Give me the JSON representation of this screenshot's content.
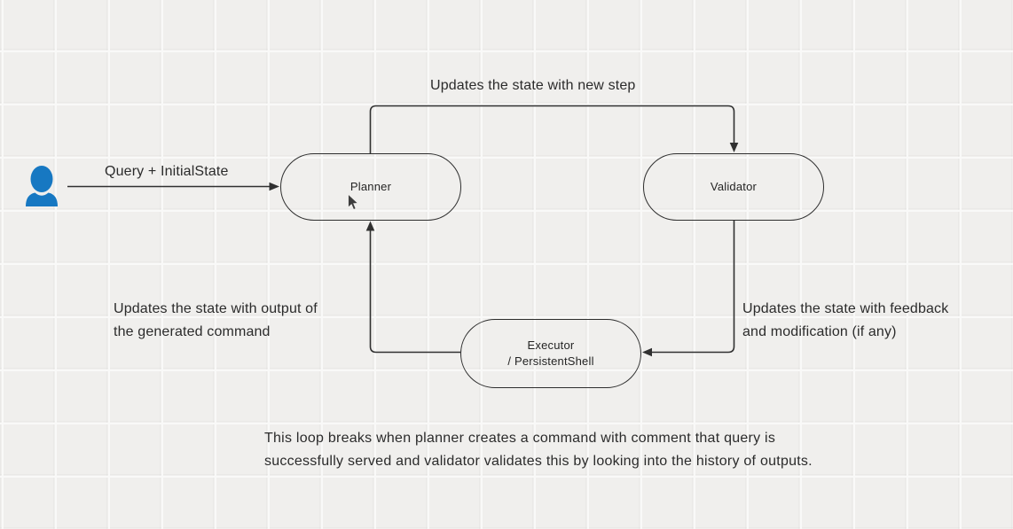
{
  "diagram": {
    "nodes": {
      "planner": {
        "label": "Planner"
      },
      "validator": {
        "label": "Validator"
      },
      "executor": {
        "line1": "Executor",
        "line2": "/ PersistentShell"
      }
    },
    "edge_labels": {
      "user_to_planner": "Query + InitialState",
      "planner_to_validator": "Updates the state with new step",
      "validator_to_executor": {
        "line1": "Updates the state with feedback",
        "line2": "and modification (if any)"
      },
      "executor_to_planner": {
        "line1": "Updates the state with output of",
        "line2": "the generated command"
      }
    },
    "note": {
      "line1": "This loop breaks when planner creates a command with comment that query is",
      "line2": "successfully served and validator validates this by looking into the history of outputs."
    },
    "icons": {
      "user": "user-icon",
      "cursor": "cursor-icon"
    },
    "colors": {
      "background": "#f0efed",
      "grid_line": "#f9f9f8",
      "stroke": "#303030",
      "text": "#2b2b2b",
      "user_icon_blue": "#1778c2"
    }
  }
}
